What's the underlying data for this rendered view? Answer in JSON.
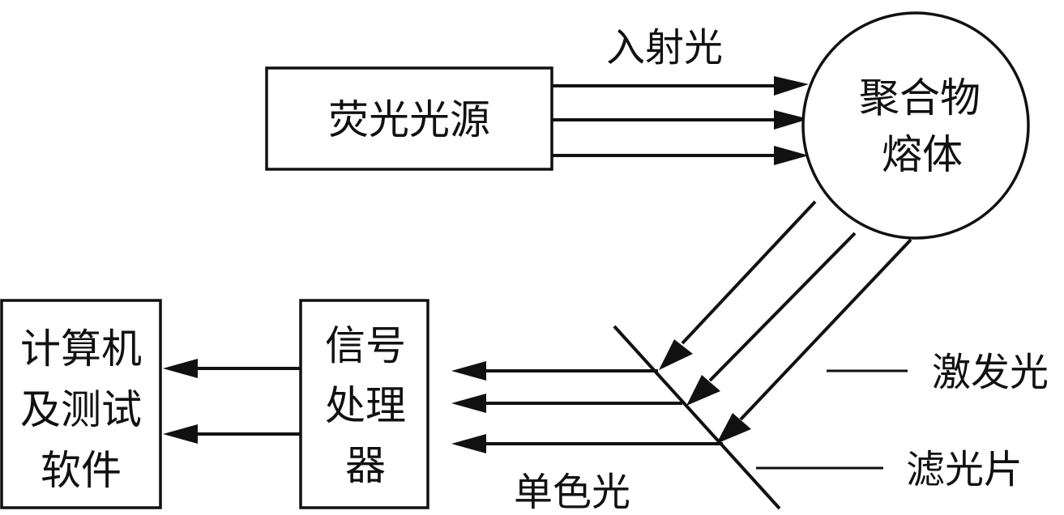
{
  "diagram": {
    "type": "fluorescence-measurement-schematic",
    "nodes": {
      "light_source": {
        "label": "荧光光源"
      },
      "polymer_melt": {
        "lines": [
          "聚合物",
          "熔体"
        ]
      },
      "signal_processor": {
        "lines": [
          "信号",
          "处理",
          "器"
        ]
      },
      "computer": {
        "lines": [
          "计算机",
          "及测试",
          "软件"
        ]
      }
    },
    "labels": {
      "incident_light": "入射光",
      "excitation_light": "激发光",
      "filter": "滤光片",
      "monochromatic_light": "单色光"
    },
    "edges": [
      {
        "from": "light_source",
        "to": "polymer_melt",
        "label": "入射光",
        "count": 3
      },
      {
        "from": "polymer_melt",
        "to": "filter",
        "label": "激发光",
        "count": 3
      },
      {
        "from": "filter",
        "to": "signal_processor",
        "label": "单色光",
        "count": 3
      },
      {
        "from": "signal_processor",
        "to": "computer",
        "count": 2
      }
    ],
    "colors": {
      "stroke": "#111111",
      "background": "#ffffff"
    }
  }
}
